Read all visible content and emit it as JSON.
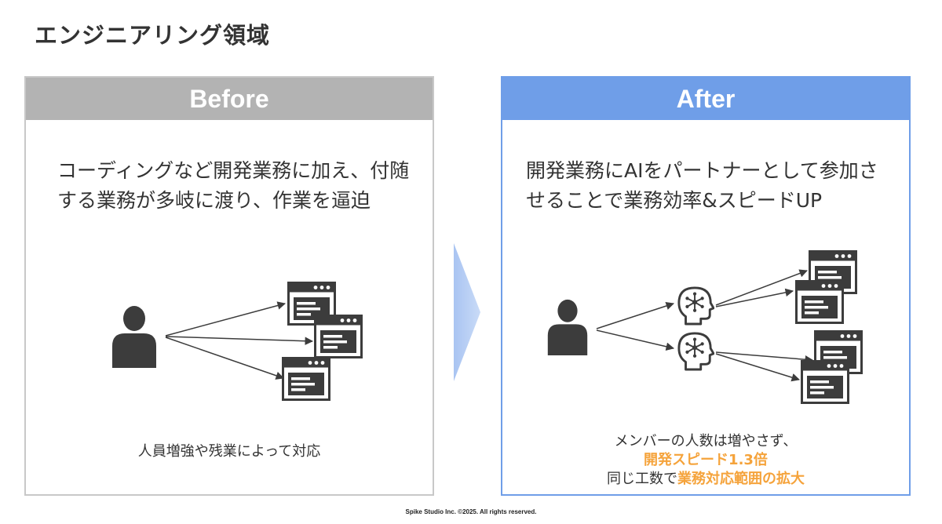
{
  "page": {
    "title": "エンジニアリング領域",
    "footer": "Spike Studio Inc. ©2025. All rights reserved."
  },
  "before": {
    "header": "Before",
    "description": "コーディングなど開発業務に加え、付随する業務が多岐に渡り、作業を逼迫",
    "caption": "人員増強や残業によって対応"
  },
  "after": {
    "header": "After",
    "description": "開発業務にAIをパートナーとして参加させることで業務効率&スピードUP",
    "caption_line1": "メンバーの人数は増やさず、",
    "caption_line2_highlight": "開発スピード1.3倍",
    "caption_line3_prefix": "同じ工数で",
    "caption_line3_highlight": "業務対応範囲の拡大"
  },
  "colors": {
    "before_header": "#b3b3b3",
    "after_header": "#6f9ee8",
    "highlight": "#f5a33b",
    "icon": "#3c3c3c"
  },
  "icons": {
    "person": "person-icon",
    "window": "browser-window-icon",
    "ai_head": "ai-head-icon",
    "chevron": "chevron-right-icon"
  }
}
